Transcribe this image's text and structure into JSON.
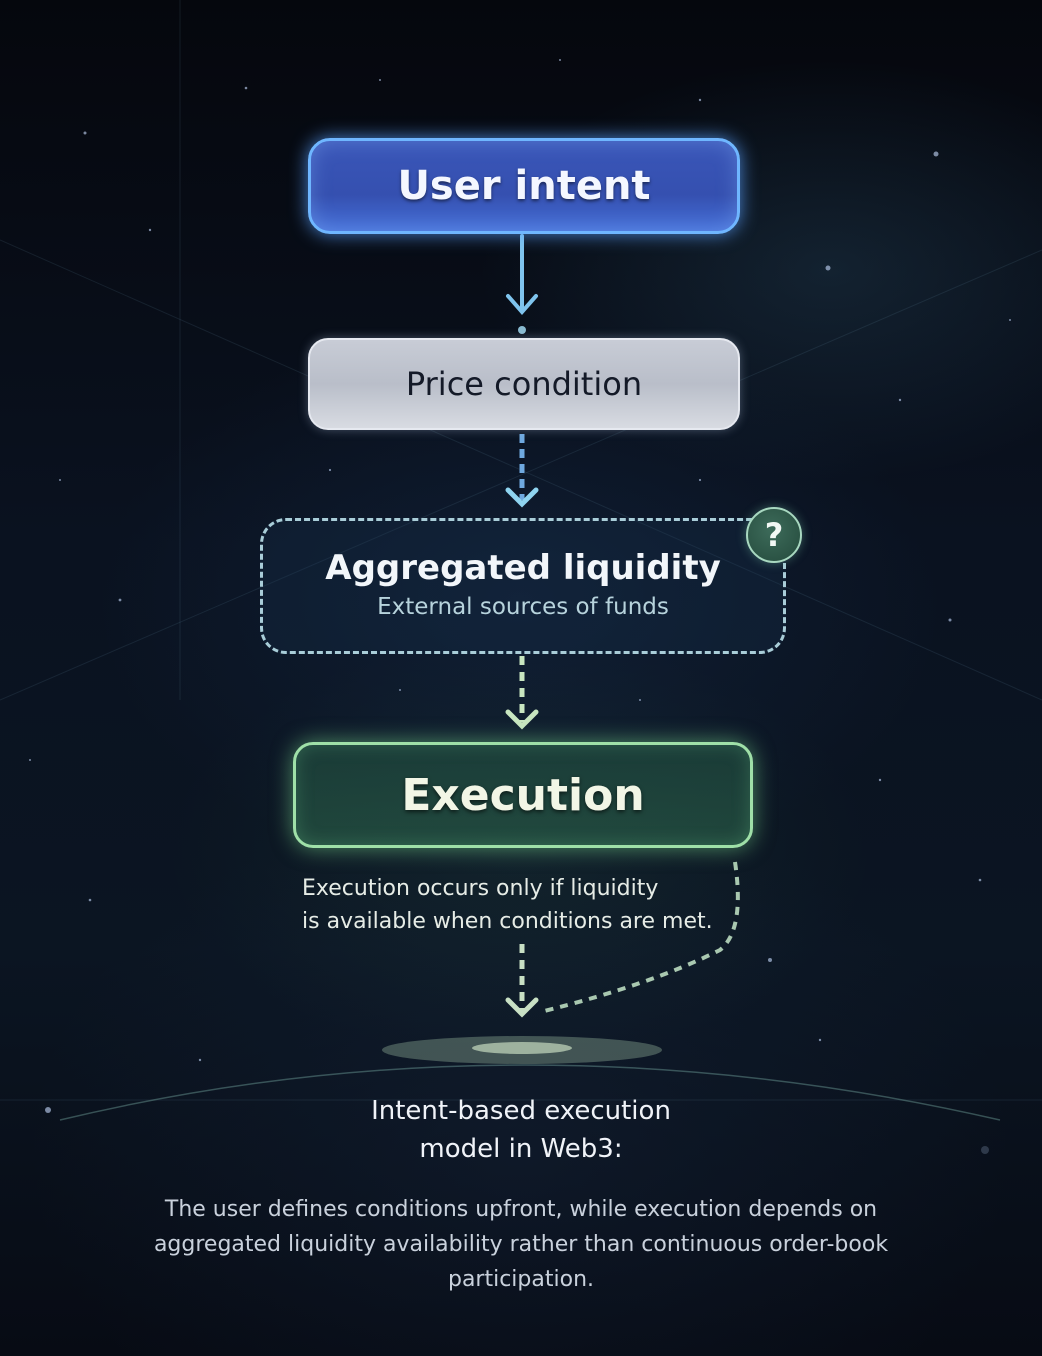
{
  "diagram": {
    "title": "Intent-based execution model in Web3",
    "nodes": [
      {
        "id": "user_intent",
        "label": "User intent",
        "style": "solid-blue"
      },
      {
        "id": "price_condition",
        "label": "Price condition",
        "style": "solid-silver"
      },
      {
        "id": "aggregated_liquidity",
        "label": "Aggregated liquidity",
        "sublabel": "External sources of funds",
        "style": "dashed",
        "badge": "?"
      },
      {
        "id": "execution",
        "label": "Execution",
        "style": "solid-green"
      }
    ],
    "edges": [
      {
        "from": "user_intent",
        "to": "price_condition",
        "style": "solid"
      },
      {
        "from": "price_condition",
        "to": "aggregated_liquidity",
        "style": "dashed"
      },
      {
        "from": "aggregated_liquidity",
        "to": "execution",
        "style": "dashed"
      },
      {
        "from": "execution",
        "to": "outcome",
        "style": "dashed"
      },
      {
        "from": "execution",
        "to": "outcome",
        "style": "dashed-curved"
      }
    ],
    "execution_note": {
      "line1": "Execution occurs only if liquidity",
      "line2": "is available when conditions are met."
    },
    "caption": {
      "title_line1": "Intent-based execution",
      "title_line2": "model in Web3:",
      "body": "The user defines conditions upfront, while execution depends on aggregated liquidity availability rather than continuous order-book participation."
    }
  },
  "colors": {
    "intent_fill": "#3a56b8",
    "intent_border": "#6fb6ff",
    "price_fill": "#c8ccd6",
    "liquidity_border": "#a9cdd8",
    "badge_fill": "#2f5a4a",
    "execution_border": "#9fe0a8",
    "background": "#0a1220"
  }
}
